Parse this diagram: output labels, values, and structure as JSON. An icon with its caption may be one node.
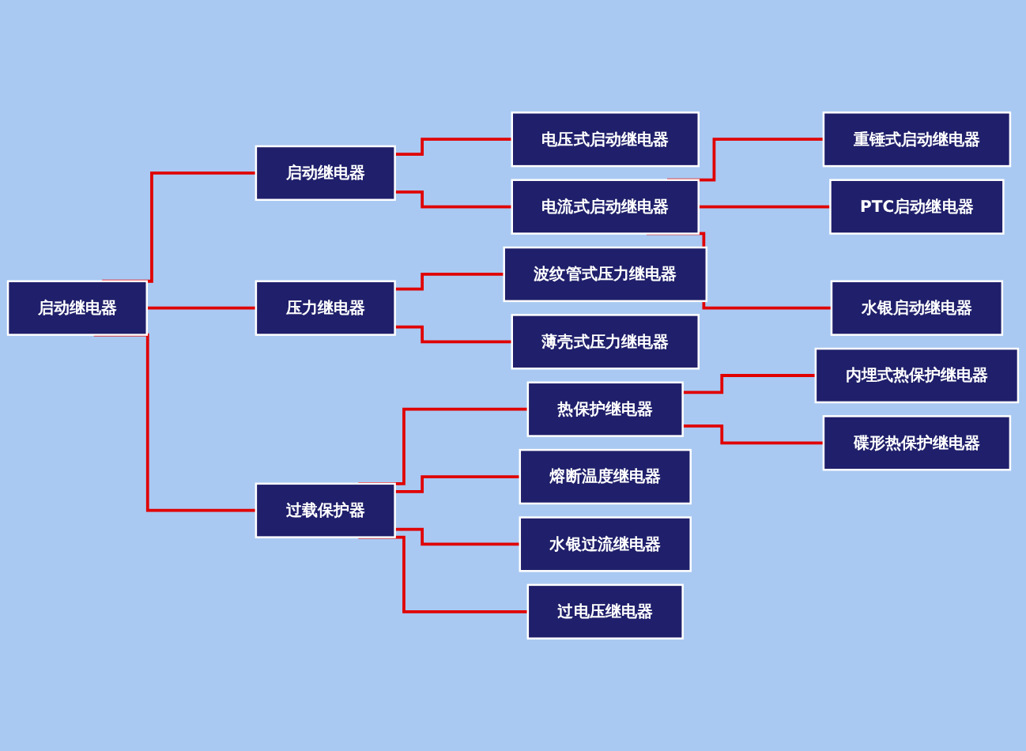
{
  "diagram": {
    "nodes": [
      {
        "text": [
          "启动继电器"
        ]
      },
      {
        "text": [
          "启动继电器"
        ]
      },
      {
        "text": [
          "电压式启动继电器"
        ]
      },
      {
        "text": [
          "电流式启动继电器"
        ]
      },
      {
        "text": [
          "重锤式启动继电器"
        ]
      },
      {
        "text": [
          "PTC启动继电器"
        ]
      },
      {
        "text": [
          "水银启动继电器"
        ]
      },
      {
        "text": [
          "压力继电器"
        ]
      },
      {
        "text": [
          "波纹管式压力继电器"
        ]
      },
      {
        "text": [
          "薄壳式压力继电器"
        ]
      },
      {
        "text": [
          "过载保护器"
        ]
      },
      {
        "text": [
          "热保护继电器"
        ]
      },
      {
        "text": [
          "内埋式热保护继电器"
        ]
      },
      {
        "text": [
          "碟形热保护继电器"
        ]
      },
      {
        "text": [
          "熔断温度继电器"
        ]
      },
      {
        "text": [
          "水银过流继电器"
        ]
      },
      {
        "text": [
          "过电压继电器"
        ]
      }
    ],
    "edges": [
      {
        "from": 0,
        "to": 1,
        "arrow": "none"
      },
      {
        "from": 0,
        "to": 7,
        "arrow": "none"
      },
      {
        "from": 0,
        "to": 10,
        "arrow": "none"
      },
      {
        "from": 1,
        "to": 2,
        "arrow": "none"
      },
      {
        "from": 1,
        "to": 3,
        "arrow": "none"
      },
      {
        "from": 3,
        "to": 4,
        "arrow": "none"
      },
      {
        "from": 3,
        "to": 5,
        "arrow": "none"
      },
      {
        "from": 3,
        "to": 6,
        "arrow": "none"
      },
      {
        "from": 7,
        "to": 8,
        "arrow": "none"
      },
      {
        "from": 7,
        "to": 9,
        "arrow": "none"
      },
      {
        "from": 10,
        "to": 11,
        "arrow": "none"
      },
      {
        "from": 10,
        "to": 14,
        "arrow": "none"
      },
      {
        "from": 10,
        "to": 15,
        "arrow": "none"
      },
      {
        "from": 10,
        "to": 16,
        "arrow": "none"
      },
      {
        "from": 11,
        "to": 12,
        "arrow": "none"
      },
      {
        "from": 11,
        "to": 13,
        "arrow": "none"
      }
    ]
  }
}
